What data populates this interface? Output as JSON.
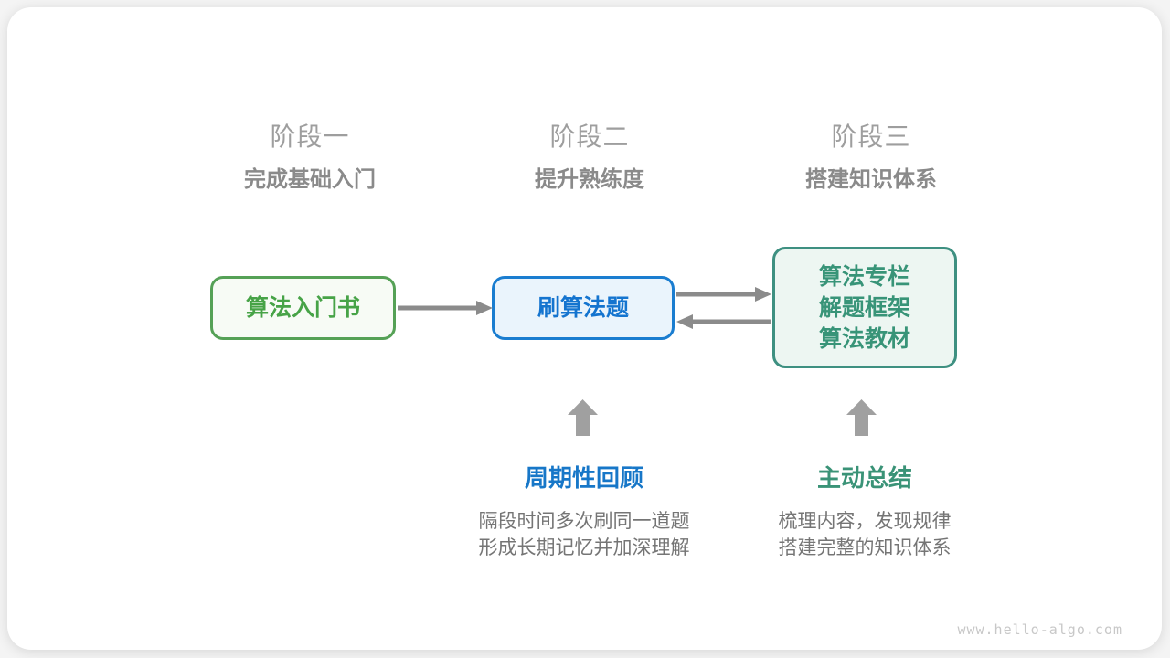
{
  "page": {
    "watermark": "www.hello-algo.com"
  },
  "stages": [
    {
      "title": "阶段一",
      "subtitle": "完成基础入门"
    },
    {
      "title": "阶段二",
      "subtitle": "提升熟练度"
    },
    {
      "title": "阶段三",
      "subtitle": "搭建知识体系"
    }
  ],
  "nodes": [
    {
      "label": "算法入门书",
      "accent": "#55a156",
      "text_color": "#47a347",
      "bg": "#f7fbf5"
    },
    {
      "label": "刷算法题",
      "accent": "#1a7dd0",
      "text_color": "#1474cf",
      "bg": "#eaf4fc"
    },
    {
      "lines": [
        "算法专栏",
        "解题框架",
        "算法教材"
      ],
      "accent": "#3e9081",
      "text_color": "#389478",
      "bg": "#edf6f2"
    }
  ],
  "annotations": [
    {
      "label": "周期性回顾",
      "desc": [
        "隔段时间多次刷同一道题",
        "形成长期记忆并加深理解"
      ],
      "accent": "#1777c8"
    },
    {
      "label": "主动总结",
      "desc": [
        "梳理内容，发现规律",
        "搭建完整的知识体系"
      ],
      "accent": "#3a9377"
    }
  ],
  "icons": {
    "flow_arrow_1": "arrow-right",
    "flow_arrow_2": "arrow-right",
    "flow_arrow_3": "arrow-left",
    "review_arrow": "arrow-up-block",
    "summary_arrow": "arrow-up-block"
  },
  "colors": {
    "arrow_gray": "#8b8b8b",
    "block_arrow_gray": "#a0a0a0",
    "stage_title_gray": "#9e9e9e",
    "stage_subtitle_gray": "#8a8a8a",
    "desc_gray": "#757575",
    "watermark_gray": "#c8c8c8"
  }
}
